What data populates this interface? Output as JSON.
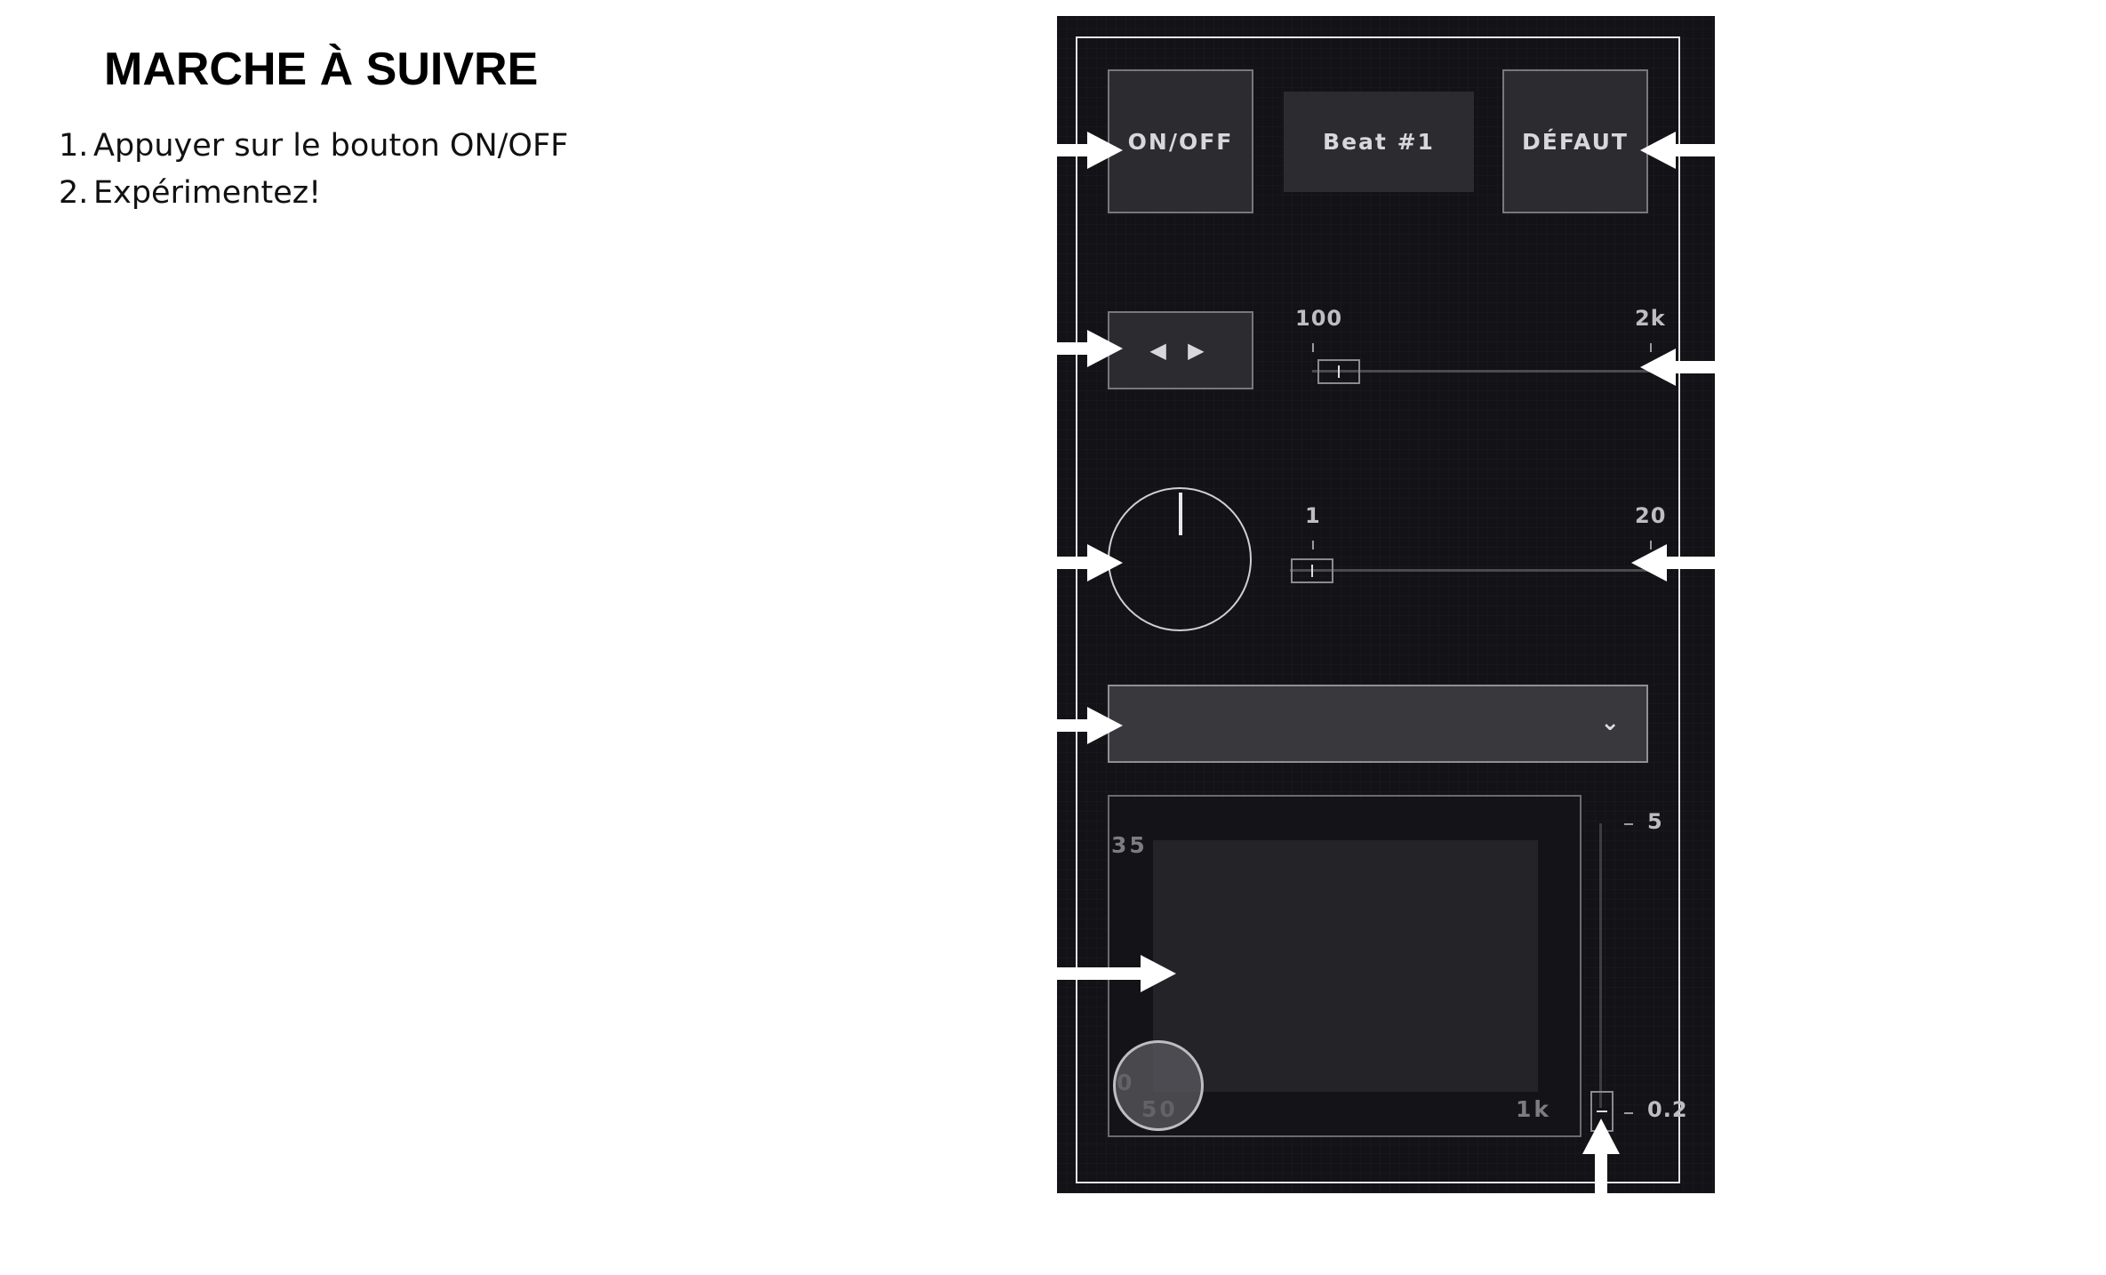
{
  "instructions": {
    "title": "MARCHE À SUIVRE",
    "steps": [
      {
        "num": "1.",
        "text": "Appuyer sur le bouton ON/OFF"
      },
      {
        "num": "2.",
        "text": "Expérimentez!"
      }
    ]
  },
  "panel": {
    "onoff_label": "ON/OFF",
    "beat_display": "Beat #1",
    "default_label": "DÉFAUT",
    "toggle_arrows": "◀ ▶",
    "slider1": {
      "min_label": "100",
      "max_label": "2k"
    },
    "slider2": {
      "min_label": "1",
      "max_label": "20"
    },
    "dropdown": {
      "selected": "",
      "chevron": "⌄"
    },
    "xy_pad": {
      "y_top_label": "35",
      "y_bottom_label": "0",
      "x_left_label": "50",
      "x_right_label": "1k"
    },
    "vertical_slider": {
      "top_label": "5",
      "bottom_label": "0.2"
    }
  },
  "colors": {
    "panel_bg": "#131317",
    "arrow": "#ffffff",
    "frame": "#e4e4e4"
  }
}
